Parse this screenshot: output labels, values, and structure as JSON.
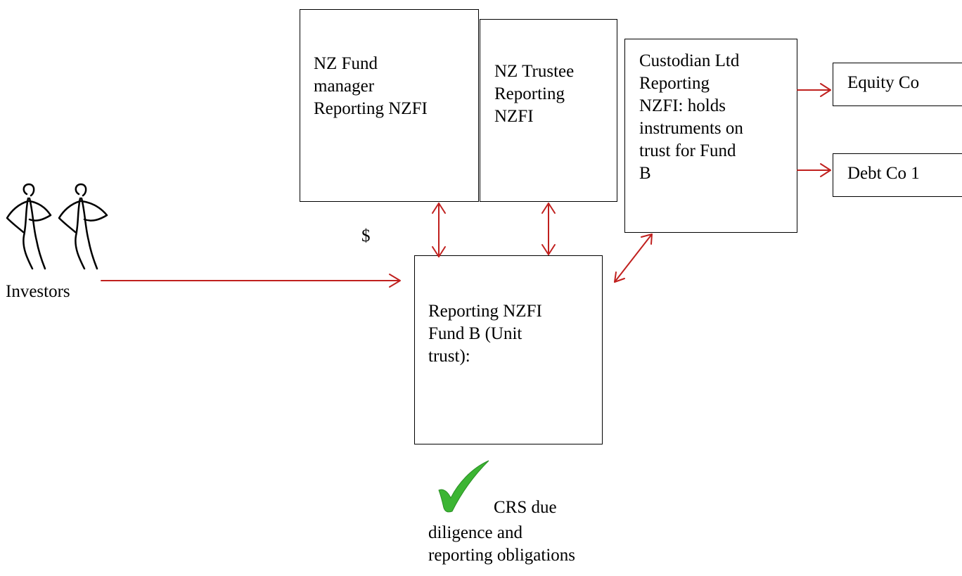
{
  "diagram": {
    "fund_manager": {
      "label": "NZ Fund\nmanager\nReporting NZFI"
    },
    "trustee": {
      "label": "NZ Trustee\nReporting\nNZFI"
    },
    "custodian": {
      "label": "Custodian Ltd\nReporting\nNZFI: holds\ninstruments on\ntrust for Fund\nB"
    },
    "equity_co": {
      "label": "Equity Co"
    },
    "debt_co": {
      "label": "Debt Co 1"
    },
    "fund_b": {
      "label": "Reporting NZFI\nFund B (Unit\ntrust):"
    },
    "investors": {
      "label": "Investors"
    },
    "money_symbol": "$",
    "crs_note": {
      "line1": "CRS due",
      "rest": "diligence and\nreporting obligations"
    }
  },
  "colors": {
    "arrow": "#c0201e",
    "check": "#3cb533",
    "box_border": "#000000"
  },
  "icons": {
    "investors": "stick-figure-people-icon",
    "crs": "green-checkmark-icon"
  }
}
